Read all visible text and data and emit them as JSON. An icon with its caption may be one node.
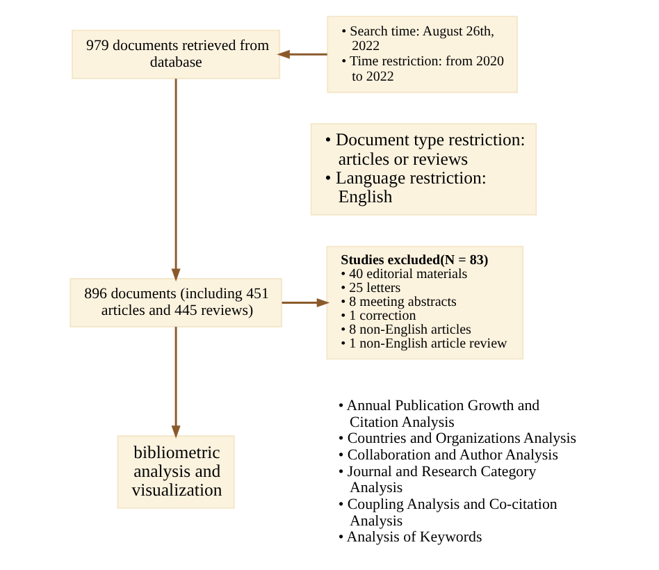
{
  "diagram": {
    "nodes": [
      {
        "text": [
          "979 documents retrieved from database"
        ]
      },
      {
        "text": [
          "• Search time: August 26th, 2022",
          "• Time restriction: from 2020 to 2022"
        ]
      },
      {
        "text": [
          "• Document type restriction: articles or reviews",
          "• Language restriction: English"
        ]
      },
      {
        "text": [
          "896 documents (including 451 articles and 445 reviews)"
        ]
      },
      {
        "text": [
          "Studies excluded(N = 83)",
          "• 40 editorial materials",
          "• 25 letters",
          "• 8 meeting abstracts",
          "• 1 correction",
          "• 8 non-English articles",
          "• 1 non-English article review"
        ]
      },
      {
        "text": [
          "bibliometric analysis and visualization"
        ]
      }
    ],
    "edges": [
      {
        "from": 1,
        "to": 0,
        "arrow": "to"
      },
      {
        "from": 0,
        "to": 3,
        "arrow": "to"
      },
      {
        "from": 3,
        "to": 4,
        "arrow": "to"
      },
      {
        "from": 3,
        "to": 5,
        "arrow": "to"
      }
    ],
    "labels": [
      "• Annual Publication Growth and Citation Analysis",
      "• Countries and Organizations Analysis",
      "• Collaboration and Author Analysis",
      "• Journal and Research Category Analysis",
      "• Coupling Analysis and Co-citation Analysis",
      "• Analysis of Keywords"
    ]
  }
}
